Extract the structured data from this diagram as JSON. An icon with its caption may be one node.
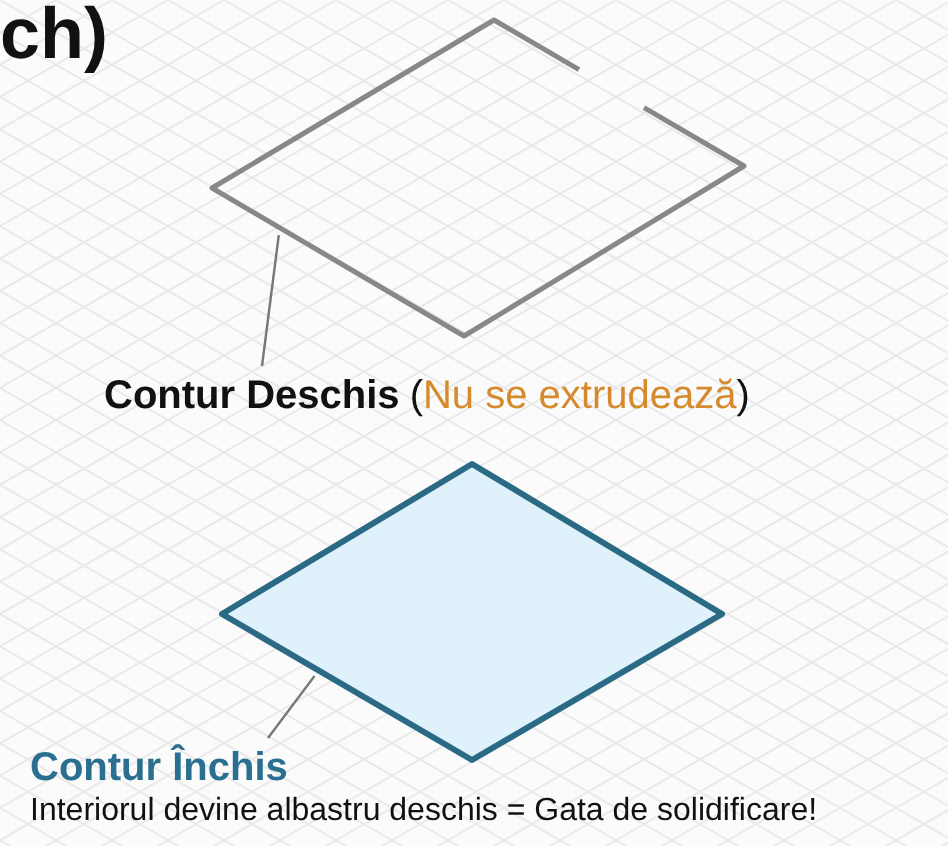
{
  "diagram": {
    "title": "ch)",
    "nodes": [
      {
        "text": [
          "Contur Deschis",
          "(Nu se extrudează)"
        ]
      },
      {
        "text": [],
        "shape": "diamond"
      },
      {
        "text": [
          "Contur Închis",
          "Interiorul devine albastru deschis = Gata de solidificare!"
        ]
      },
      {
        "text": [],
        "shape": "diamond"
      }
    ],
    "edges": [
      {
        "from": 0,
        "to": 1,
        "arrow": "none"
      },
      {
        "from": 2,
        "to": 3,
        "arrow": "none"
      }
    ]
  }
}
